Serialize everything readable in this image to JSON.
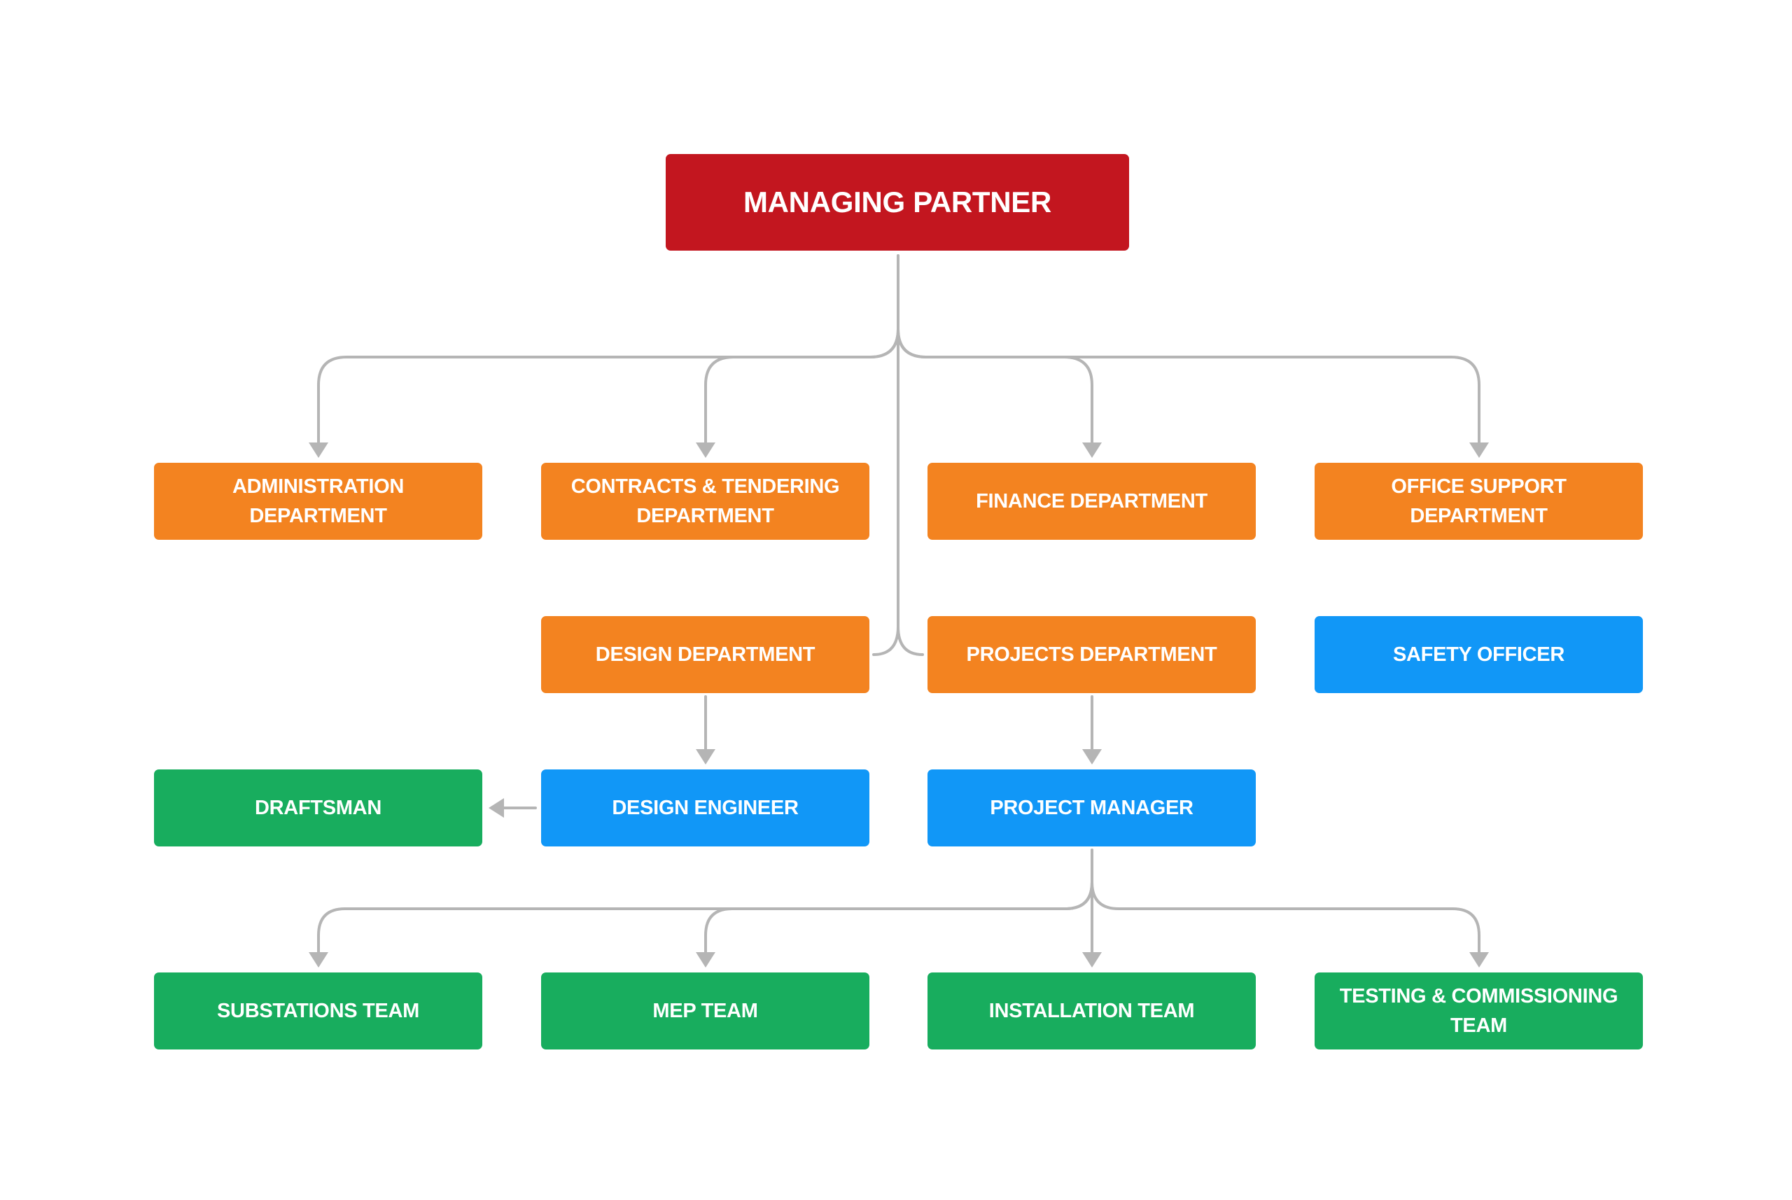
{
  "colors": {
    "red": "#c3161f",
    "orange": "#f38320",
    "blue": "#1197f7",
    "green": "#18ad5e",
    "connector": "#b5b5b5"
  },
  "nodes": {
    "managing_partner": "MANAGING PARTNER",
    "administration": "ADMINISTRATION\nDEPARTMENT",
    "contracts": "CONTRACTS & TENDERING\nDEPARTMENT",
    "finance": "FINANCE DEPARTMENT",
    "office_support": "OFFICE SUPPORT\nDEPARTMENT",
    "design_department": "DESIGN DEPARTMENT",
    "projects_department": "PROJECTS DEPARTMENT",
    "safety_officer": "SAFETY OFFICER",
    "draftsman": "DRAFTSMAN",
    "design_engineer": "DESIGN ENGINEER",
    "project_manager": "PROJECT MANAGER",
    "substations_team": "SUBSTATIONS TEAM",
    "mep_team": "MEP TEAM",
    "installation_team": "INSTALLATION TEAM",
    "testing_team": "TESTING & COMMISSIONING\nTEAM"
  },
  "edges": [
    {
      "from": "managing_partner",
      "to": "administration"
    },
    {
      "from": "managing_partner",
      "to": "contracts"
    },
    {
      "from": "managing_partner",
      "to": "finance"
    },
    {
      "from": "managing_partner",
      "to": "office_support"
    },
    {
      "from": "managing_partner",
      "to": "design_department"
    },
    {
      "from": "managing_partner",
      "to": "projects_department"
    },
    {
      "from": "design_department",
      "to": "design_engineer"
    },
    {
      "from": "design_engineer",
      "to": "draftsman"
    },
    {
      "from": "projects_department",
      "to": "project_manager"
    },
    {
      "from": "project_manager",
      "to": "substations_team"
    },
    {
      "from": "project_manager",
      "to": "mep_team"
    },
    {
      "from": "project_manager",
      "to": "installation_team"
    },
    {
      "from": "project_manager",
      "to": "testing_team"
    }
  ]
}
